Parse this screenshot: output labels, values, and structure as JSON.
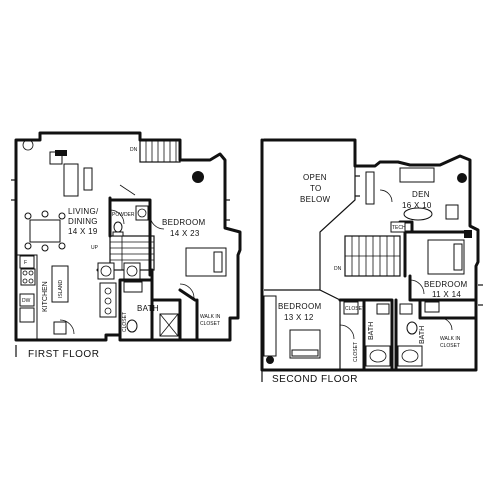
{
  "first_floor": {
    "title": "FIRST FLOOR",
    "living_name": "LIVING/",
    "living_name2": "DINING",
    "living_size": "14 X 19",
    "kitchen": "KITCHEN",
    "island": "ISLAND",
    "powder": "POWDER",
    "bedroom": "BEDROOM",
    "bedroom_size": "14 X 23",
    "bath": "BATH",
    "closet1": "WALK IN",
    "closet2": "CLOSET",
    "up": "UP",
    "dn": "DN",
    "appliance_f": "F",
    "appliance_dw": "DW",
    "linen": "CLOSET"
  },
  "second_floor": {
    "title": "SECOND FLOOR",
    "open1": "OPEN",
    "open2": "TO",
    "open3": "BELOW",
    "den": "DEN",
    "den_size": "16 X 10",
    "tech": "TECH",
    "dn": "DN",
    "bedroom_a": "BEDROOM",
    "bedroom_a_size": "13 X 12",
    "bedroom_b": "BEDROOM",
    "bedroom_b_size": "11 X 14",
    "bath_a": "BATH",
    "bath_b": "BATH",
    "closet_a": "CLOSET",
    "closet1": "WALK IN",
    "closet2": "CLOSET",
    "small_closet": "CLOSET"
  }
}
